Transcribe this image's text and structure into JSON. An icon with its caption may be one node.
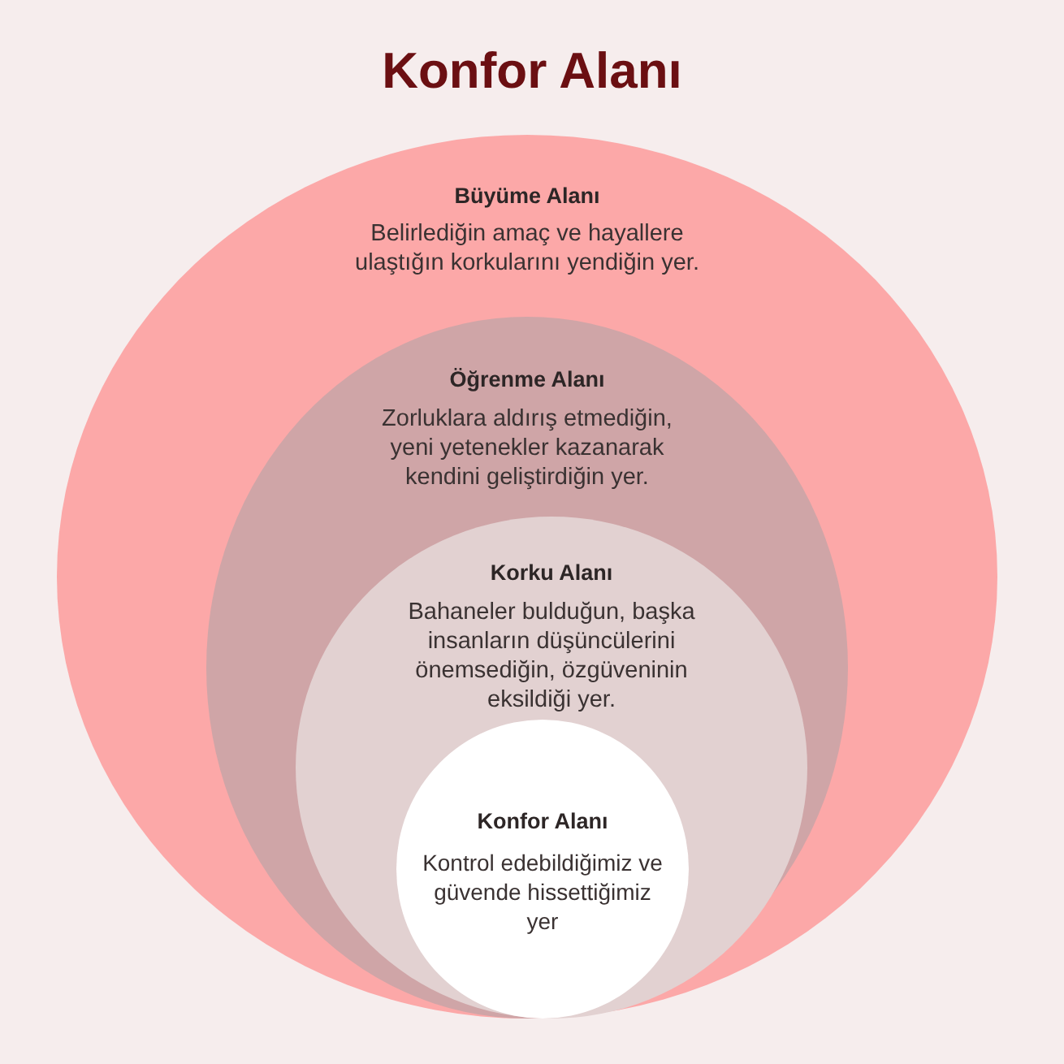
{
  "diagram": {
    "title": "Konfor Alanı",
    "nodes": [
      {
        "text": [
          "Büyüme Alanı",
          "Belirlediğin amaç ve hayallere ulaştığın korkularını yendiğin yer."
        ]
      },
      {
        "text": [
          "Öğrenme Alanı",
          "Zorluklara aldırış etmediğin, yeni yetenekler kazanarak kendini geliştirdiğin yer."
        ],
        "in": 0
      },
      {
        "text": [
          "Korku Alanı",
          "Bahaneler bulduğun, başka insanların düşüncülerini önemsediğin, özgüveninin eksildiği yer."
        ],
        "in": 1
      },
      {
        "text": [
          "Konfor Alanı",
          "Kontrol edebildiğimiz ve güvende hissettiğimiz yer"
        ],
        "in": 2
      }
    ]
  }
}
